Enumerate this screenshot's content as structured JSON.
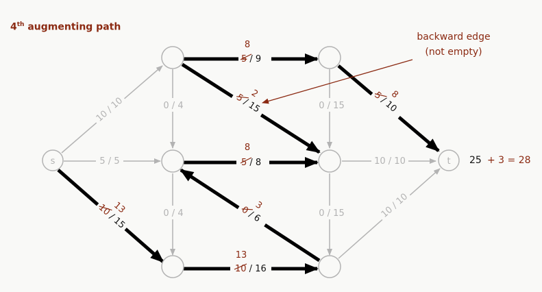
{
  "title": {
    "number": "4",
    "suffix": "th",
    "text": " augmenting path"
  },
  "nodes": {
    "s": "s",
    "t": "t"
  },
  "edges": {
    "s_a": "10 / 10",
    "s_b": "5 / 5",
    "s_c": {
      "new": "13",
      "old": "10",
      "rest": " / 15"
    },
    "a_b": "0 / 4",
    "a_d": {
      "new": "8",
      "old": "5",
      "rest": " / 9"
    },
    "a_e": {
      "new": "2",
      "old": "5",
      "rest": " / 15"
    },
    "b_c": "0 / 4",
    "b_e": {
      "new": "8",
      "old": "5",
      "rest": " / 8"
    },
    "c_f": {
      "new": "13",
      "old": "10",
      "rest": " / 16"
    },
    "d_e": "0 / 15",
    "d_t": {
      "new": "8",
      "old": "5",
      "rest": " / 10"
    },
    "e_t": "10 / 10",
    "e_f": "0 / 15",
    "f_b": {
      "new": "3",
      "old": "0",
      "rest": " / 6"
    },
    "f_t": "10 / 10"
  },
  "annotation": {
    "line1": "backward edge",
    "line2": "(not empty)"
  },
  "flow_value": {
    "base": "25",
    "increment": "+ 3 = 28"
  },
  "colors": {
    "accent": "#8b2a12",
    "gray": "#b3b3b3",
    "path": "#000000"
  }
}
